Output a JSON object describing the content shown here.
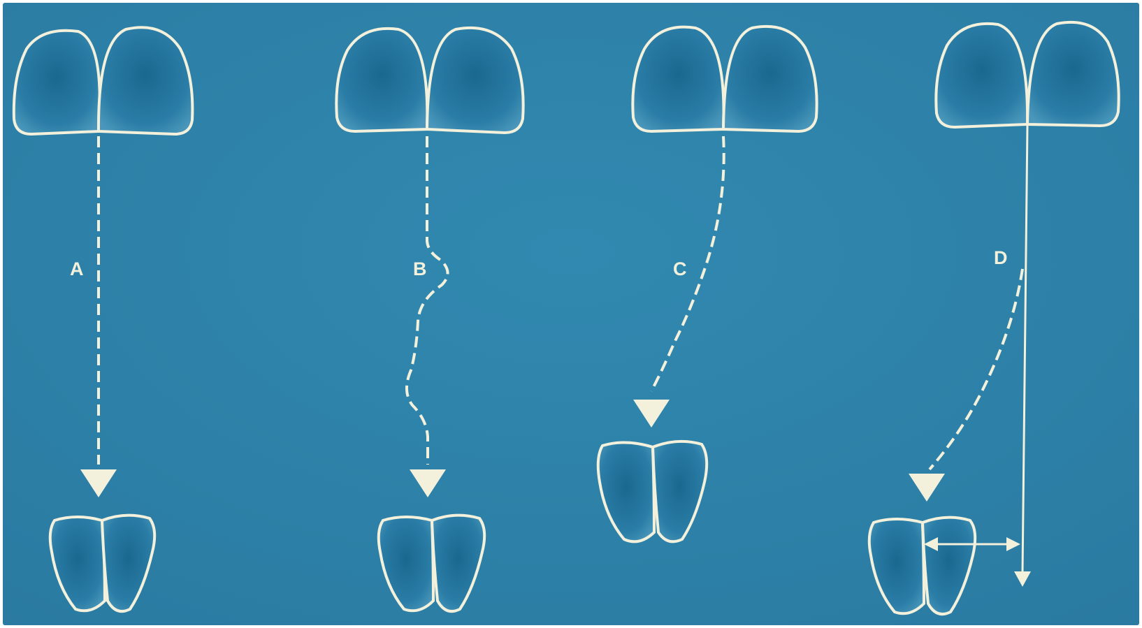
{
  "diagram": {
    "background_color": "#2e82a8",
    "line_color": "#f3f0dc",
    "tooth_fill_color": "#1d6e95",
    "panels": [
      {
        "label": "A",
        "path_style": "straight-dashed"
      },
      {
        "label": "B",
        "path_style": "wavy-dashed"
      },
      {
        "label": "C",
        "path_style": "curved-dashed"
      },
      {
        "label": "D",
        "path_style": "curved-dashed-with-solid-reference-line-and-double-arrow"
      }
    ]
  }
}
